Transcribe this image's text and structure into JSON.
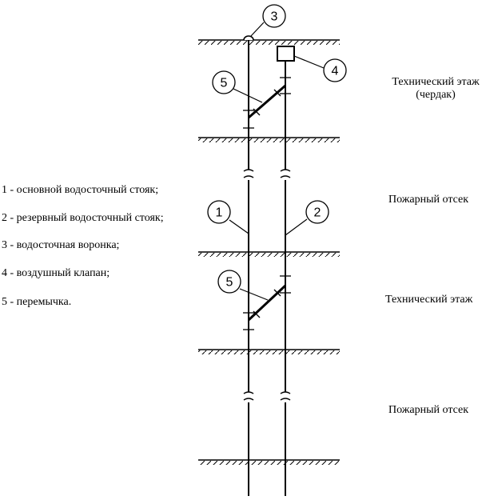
{
  "legend": [
    "1 - основной водосточный стояк;",
    "2 - резервный водосточный стояк;",
    "3 - водосточная воронка;",
    "4 - воздушный клапан;",
    "5 - перемычка."
  ],
  "zones": {
    "attic_line1": "Технический этаж",
    "attic_line2": "(чердак)",
    "fire1": "Пожарный отсек",
    "tech": "Технический этаж",
    "fire2": "Пожарный отсек"
  },
  "callouts": {
    "main_riser": "1",
    "reserve_riser": "2",
    "funnel": "3",
    "air_valve": "4",
    "jumper_top": "5",
    "jumper_mid": "5"
  }
}
